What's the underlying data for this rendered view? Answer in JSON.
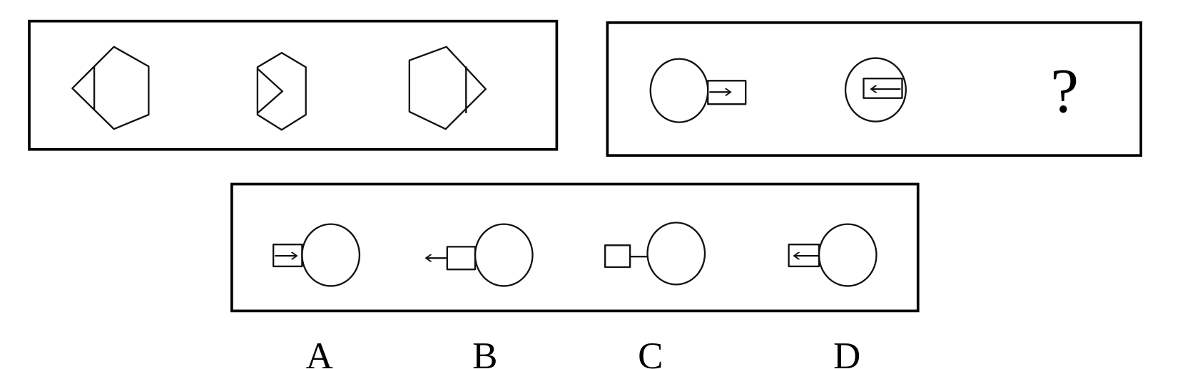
{
  "question_panel": {
    "sequence_1": {
      "figures": [
        "hexagon-triangle-left",
        "hexagon-chevron-inside",
        "hexagon-triangle-right"
      ]
    },
    "sequence_2": {
      "figures": [
        "circle-square-arrow-right-outside",
        "circle-square-arrow-left-inside"
      ],
      "missing_mark": "?"
    }
  },
  "options": [
    {
      "label": "A"
    },
    {
      "label": "B"
    },
    {
      "label": "C"
    },
    {
      "label": "D"
    }
  ]
}
